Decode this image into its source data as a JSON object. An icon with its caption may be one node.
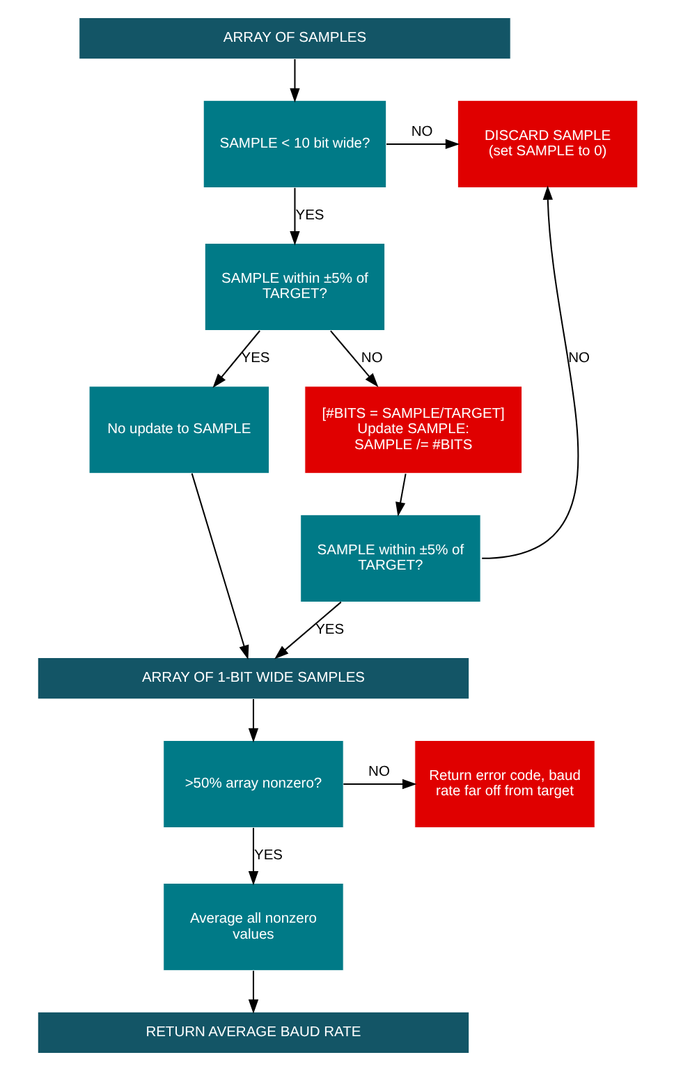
{
  "diagram": {
    "nodes": [
      {
        "text": [
          "ARRAY OF SAMPLES"
        ]
      },
      {
        "text": [
          "SAMPLE < 10 bit wide?"
        ]
      },
      {
        "text": [
          "DISCARD SAMPLE",
          "(set SAMPLE to 0)"
        ]
      },
      {
        "text": [
          "SAMPLE within ±5% of TARGET?"
        ]
      },
      {
        "text": [
          "No update to SAMPLE"
        ]
      },
      {
        "text": [
          "[#BITS = SAMPLE/TARGET]",
          "Update SAMPLE: SAMPLE /= #BITS"
        ]
      },
      {
        "text": [
          "SAMPLE within ±5% of TARGET?"
        ]
      },
      {
        "text": [
          "ARRAY OF 1-BIT WIDE SAMPLES"
        ]
      },
      {
        "text": [
          ">50% array nonzero?"
        ]
      },
      {
        "text": [
          "Return error code, baud rate far off from target"
        ]
      },
      {
        "text": [
          "Average all nonzero values"
        ]
      },
      {
        "text": [
          "RETURN AVERAGE BAUD RATE"
        ]
      }
    ],
    "edges": [
      {
        "from": 0,
        "to": 1,
        "arrow": "to"
      },
      {
        "from": 1,
        "to": 2,
        "arrow": "to",
        "label": "NO"
      },
      {
        "from": 1,
        "to": 3,
        "arrow": "to",
        "label": "YES"
      },
      {
        "from": 3,
        "to": 4,
        "arrow": "to",
        "label": "YES"
      },
      {
        "from": 3,
        "to": 5,
        "arrow": "to",
        "label": "NO"
      },
      {
        "from": 5,
        "to": 6,
        "arrow": "to"
      },
      {
        "from": 6,
        "to": 2,
        "arrow": "to",
        "label": "NO"
      },
      {
        "from": 6,
        "to": 7,
        "arrow": "to",
        "label": "YES"
      },
      {
        "from": 4,
        "to": 7,
        "arrow": "to"
      },
      {
        "from": 7,
        "to": 8,
        "arrow": "to"
      },
      {
        "from": 8,
        "to": 9,
        "arrow": "to",
        "label": "NO"
      },
      {
        "from": 8,
        "to": 10,
        "arrow": "to",
        "label": "YES"
      },
      {
        "from": 10,
        "to": 11,
        "arrow": "to"
      }
    ]
  }
}
